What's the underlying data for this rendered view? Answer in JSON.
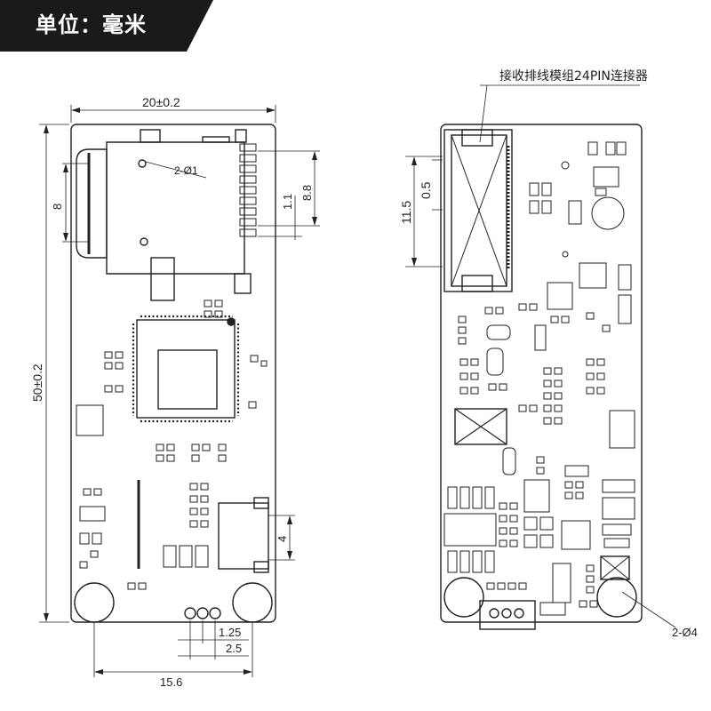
{
  "unit_banner": {
    "text": "单位：毫米",
    "bg_color": "#1a1a1a",
    "text_color": "#ffffff"
  },
  "front_view": {
    "width_dim": "20±0.2",
    "height_dim": "50±0.2",
    "slot_height_dim": "8",
    "slot_right_dim_a": "1.1",
    "slot_right_dim_b": "8.8",
    "hole_note": "2-Ø1",
    "connector_dim": "4",
    "pin_dim_a": "1.25",
    "pin_dim_b": "2.5",
    "pin_dim_c": "15.6"
  },
  "back_view": {
    "connector_label": "接收排线模组24PIN连接器",
    "left_dim_a": "11.5",
    "left_dim_b": "0.5",
    "hole_note": "2-Ø4"
  },
  "colors": {
    "line": "#222222",
    "chip": "#1a1a1a"
  }
}
